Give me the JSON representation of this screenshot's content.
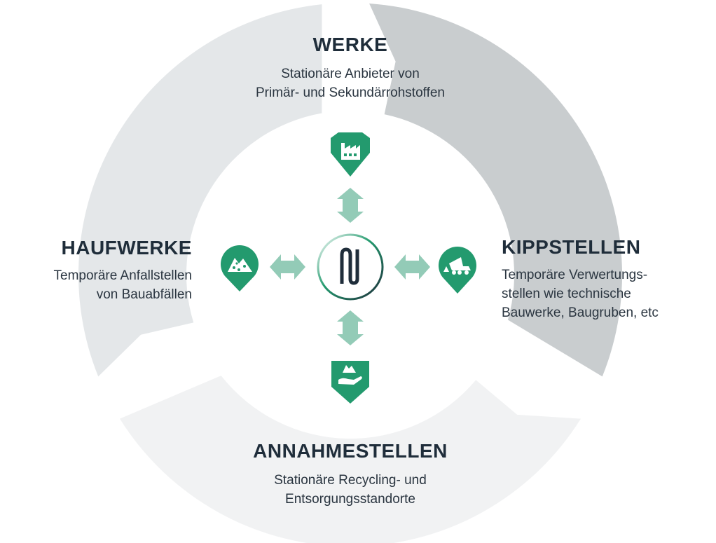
{
  "colors": {
    "segment_top_left": "#e4e7e9",
    "segment_right": "#c9cdcf",
    "segment_bottom": "#f1f2f3",
    "green": "#239a6e",
    "arrow": "#93cbb7",
    "text": "#1f2d3a"
  },
  "nodes": {
    "werke": {
      "title": "WERKE",
      "desc": [
        "Stationäre Anbieter von",
        "Primär- und Sekundärrohstoffen"
      ],
      "icon": "factory-icon"
    },
    "haufwerke": {
      "title": "HAUFWERKE",
      "desc": [
        "Temporäre Anfallstellen",
        "von Bauabfällen"
      ],
      "icon": "rubble-pile-icon"
    },
    "kippstellen": {
      "title": "KIPPSTELLEN",
      "desc": [
        "Temporäre Verwertungs-",
        "stellen wie technische",
        "Bauwerke, Baugruben, etc"
      ],
      "icon": "dump-truck-icon"
    },
    "annahmestellen": {
      "title": "ANNAHMESTELLEN",
      "desc": [
        "Stationäre Recycling- und",
        "Entsorgungsstandorte"
      ],
      "icon": "hand-material-icon"
    }
  },
  "center_logo": "logo-icon"
}
